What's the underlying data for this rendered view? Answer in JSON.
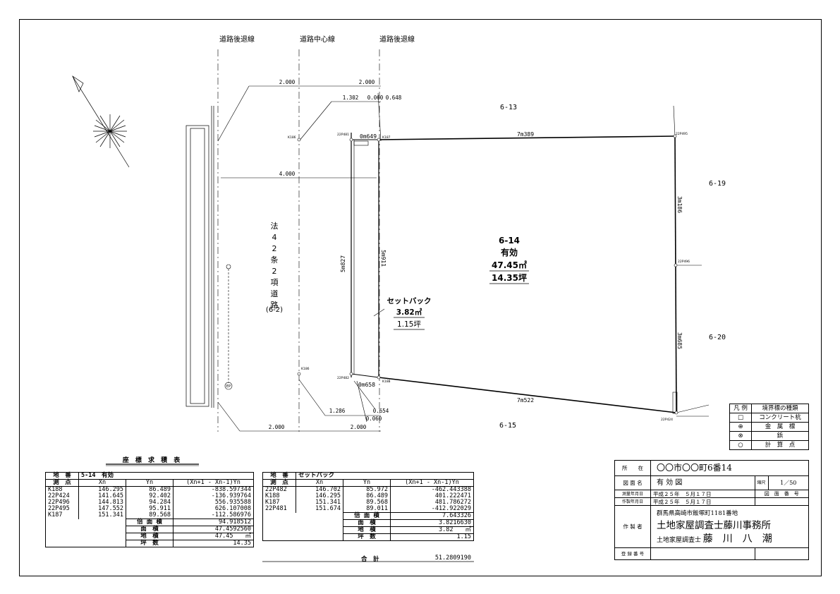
{
  "drawing": {
    "road_setback_left": "道路後退線",
    "road_center": "道路中心線",
    "road_setback_right": "道路後退線",
    "dim_top_left": "2.000",
    "dim_top_right": "2.000",
    "dim_1302": "1.302",
    "dim_0060_top": "0.060",
    "dim_0648": "0.648",
    "dim_4000": "4.000",
    "dim_bottom_left": "2.000",
    "dim_bottom_right": "2.000",
    "dim_1286": "1.286",
    "dim_0654": "0.654",
    "dim_0060_bottom": "0.060",
    "edge_top": "7m389",
    "edge_bottom": "7m522",
    "edge_right_upper": "3m186",
    "edge_right_lower": "3m685",
    "edge_left_outer": "5m827",
    "edge_left_inner": "5m911",
    "edge_top_short": "0m649",
    "edge_bottom_short": "0m658",
    "pt_k186_top": "K186",
    "pt_22p481": "22P481",
    "pt_k187": "K187",
    "pt_22p495": "22P495",
    "pt_22p496": "22P496",
    "pt_k186_bottom": "K186",
    "pt_22p482": "22P482",
    "pt_k188": "K188",
    "pt_22p424": "22P424",
    "neighbor_top": "6-13",
    "neighbor_right_upper": "6-19",
    "neighbor_right_lower": "6-20",
    "neighbor_bottom": "6-15",
    "road_vertical_text": [
      "法",
      "4",
      "2",
      "条",
      "2",
      "項",
      "道",
      "路"
    ],
    "road_number": "(6-2)",
    "lot_label": "6-14",
    "lot_sublabel": "有効",
    "lot_area": "47.45㎡",
    "lot_tsubo": "14.35坪",
    "setback_label": "セットバック",
    "setback_area": "3.82㎡",
    "setback_tsubo": "1.15坪",
    "ep_mark": "EP"
  },
  "calc_title": "座 標 求 積 表",
  "table1": {
    "lot_label": "地　番",
    "lot_value": "5-14　有効",
    "headers": [
      "測　点",
      "Xn",
      "Yn",
      "(Xn+1 - Xn-1)Yn"
    ],
    "rows": [
      [
        "K188",
        "146.295",
        "86.489",
        "-838.597344"
      ],
      [
        "22P424",
        "141.645",
        "92.402",
        "-136.939764"
      ],
      [
        "22P496",
        "144.813",
        "94.284",
        "556.935588"
      ],
      [
        "22P495",
        "147.552",
        "95.911",
        "626.107008"
      ],
      [
        "K187",
        "151.341",
        "89.568",
        "-112.586976"
      ]
    ],
    "summary": [
      [
        "倍 面 積",
        "94.918512"
      ],
      [
        "面　積",
        "47.4592560"
      ],
      [
        "地　積",
        "47.45　　㎡"
      ],
      [
        "坪　数",
        "14.35"
      ]
    ]
  },
  "table2": {
    "lot_label": "地　番",
    "lot_value": "セットバック",
    "headers": [
      "測　点",
      "Xn",
      "Yn",
      "(Xn+1 - Xn-1)Yn"
    ],
    "rows": [
      [
        "22P482",
        "146.702",
        "85.972",
        "-462.443388"
      ],
      [
        "K188",
        "146.295",
        "86.489",
        "401.222471"
      ],
      [
        "K187",
        "151.341",
        "89.568",
        "481.786272"
      ],
      [
        "22P481",
        "151.674",
        "89.011",
        "-412.922029"
      ]
    ],
    "summary": [
      [
        "倍 面 積",
        "7.643326"
      ],
      [
        "面　積",
        "3.8216630"
      ],
      [
        "地　積",
        "3.82　　㎡"
      ],
      [
        "坪　数",
        "1.15"
      ]
    ],
    "total_label": "合　計",
    "total_value": "51.2809190"
  },
  "legend": {
    "header_left": "凡 例",
    "header_right": "境界標の種類",
    "items": [
      {
        "symbol": "□",
        "label": "コンクリート杭"
      },
      {
        "symbol": "⊕",
        "label": "金　属　標"
      },
      {
        "symbol": "⊗",
        "label": "鋲"
      },
      {
        "symbol": "○",
        "label": "計　算　点"
      }
    ]
  },
  "titleblock": {
    "location_label": "所　　在",
    "location_value": "〇〇市〇〇町6番14",
    "drawing_name_label": "図 面 名",
    "drawing_name_value": "有 効 図",
    "scale_label": "縮尺",
    "scale_value": "1／50",
    "survey_date_label": "測量年月日",
    "survey_date_value": "平成２５年　５月１７日",
    "drawing_no_label": "図　面　番　号",
    "made_date_label": "作製年月日",
    "made_date_value": "平成２５年　５月１７日",
    "author_label": "作 製 者",
    "author_address": "群馬県高崎市飯塚町1181番地",
    "author_office": "土地家屋調査士藤川事務所",
    "author_title": "土地家屋調査士",
    "author_name": "藤　川　八　潮",
    "reg_no_label": "登 録 番 号"
  }
}
